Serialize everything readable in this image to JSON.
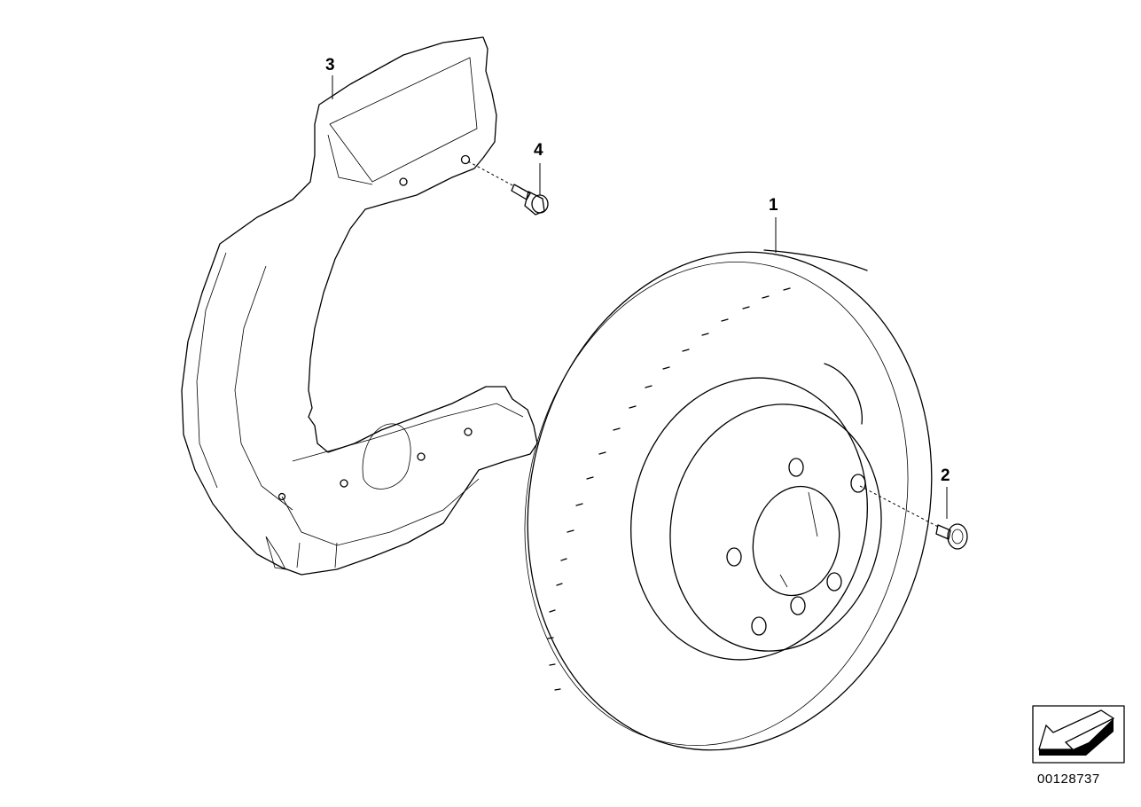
{
  "diagram": {
    "callouts": [
      {
        "label": "1",
        "part": "brake-disc"
      },
      {
        "label": "2",
        "part": "disc-locating-screw"
      },
      {
        "label": "3",
        "part": "brake-dust-shield"
      },
      {
        "label": "4",
        "part": "shield-mounting-bolt"
      }
    ],
    "drawing_number": "00128737",
    "icons": [
      "view-direction-arrow-icon"
    ],
    "colors": {
      "line": "#000000",
      "background": "#ffffff"
    }
  }
}
